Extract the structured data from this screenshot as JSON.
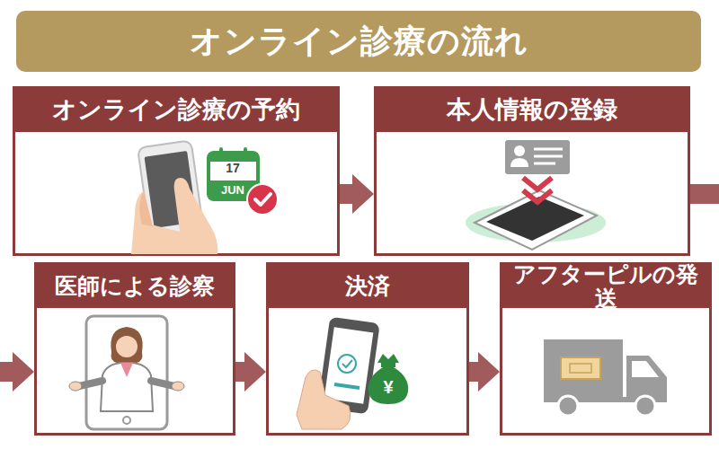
{
  "diagram": {
    "title": "オンライン診療の流れ",
    "nodes": [
      {
        "text": [
          "オンライン診療の予約"
        ]
      },
      {
        "text": [
          "本人情報の登録"
        ]
      },
      {
        "text": [
          "医師による診察"
        ]
      },
      {
        "text": [
          "決済"
        ]
      },
      {
        "text": [
          "アフターピルの発送"
        ]
      }
    ],
    "edges": [
      {
        "from": 0,
        "to": 1,
        "arrow": "to"
      },
      {
        "from": 1,
        "to": 2,
        "arrow": "to"
      },
      {
        "from": 2,
        "to": 3,
        "arrow": "to"
      },
      {
        "from": 3,
        "to": 4,
        "arrow": "to"
      }
    ],
    "labels": [
      "17",
      "JUN",
      "¥"
    ]
  }
}
